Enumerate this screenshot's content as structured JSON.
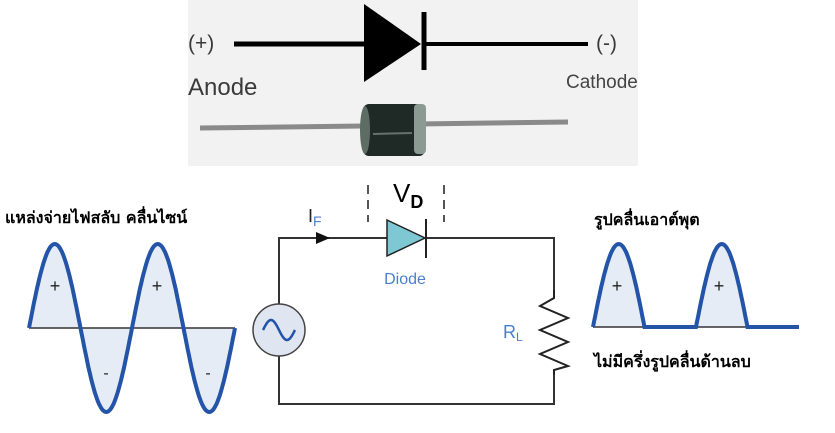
{
  "diode_symbol": {
    "anode_sign": "(+)",
    "cathode_sign": "(-)",
    "anode_label": "Anode",
    "cathode_label": "Cathode"
  },
  "circuit": {
    "current_label": "I",
    "current_subscript": "F",
    "voltage_label": "V",
    "voltage_subscript": "D",
    "diode_label": "Diode",
    "load_label": "R",
    "load_subscript": "L",
    "source_type": "ac-sine-source"
  },
  "input_wave": {
    "title": "แหล่งจ่ายไฟสลับ คลื่นไซน์",
    "cycles": 2,
    "positive_marker": "+",
    "negative_marker": "-"
  },
  "output_wave": {
    "title": "รูปคลื่นเอาต์พุต",
    "note": "ไม่มีครึ่งรูปคลื่นด้านลบ",
    "cycles": 2,
    "positive_marker": "+"
  },
  "colors": {
    "wave_stroke": "#2354a8",
    "wave_fill": "#e6ecf5",
    "diode_fill": "#7ec8d4",
    "label_blue": "#4a7fd0",
    "wire": "#333333"
  }
}
